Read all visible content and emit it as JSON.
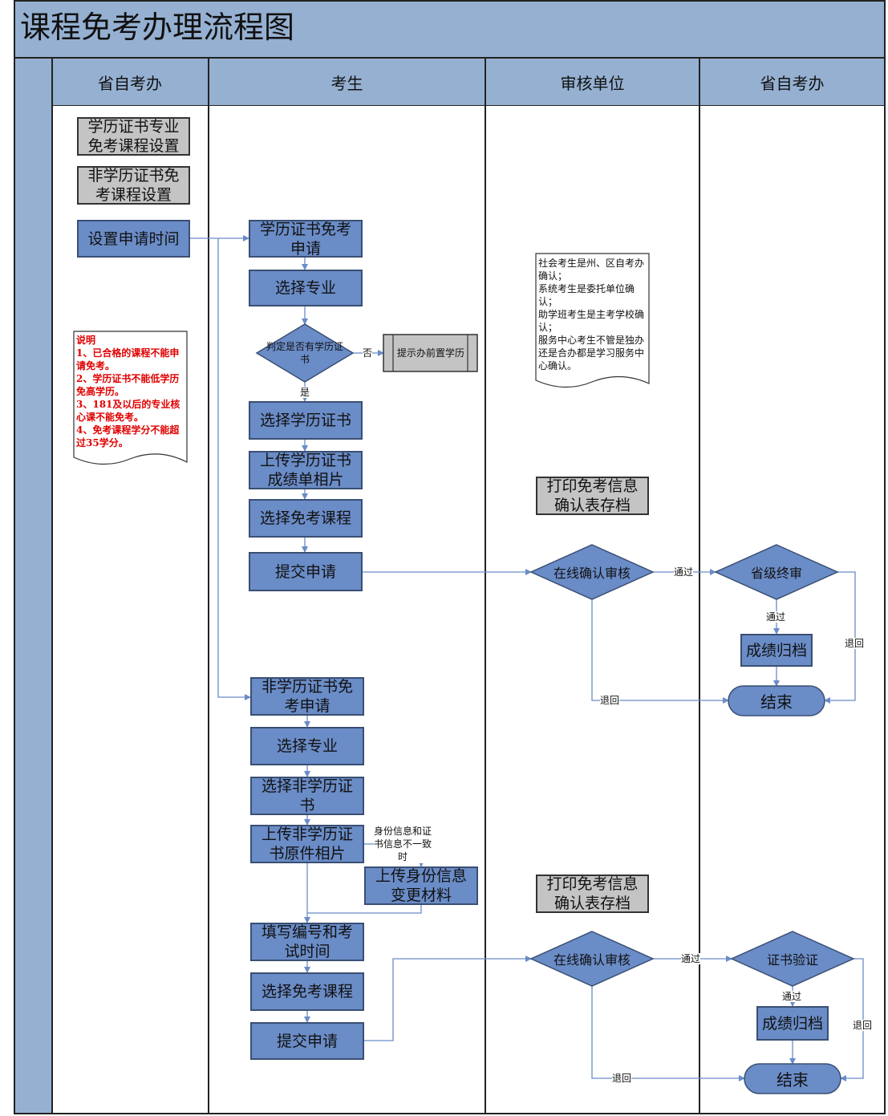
{
  "title": "课程免考办理流程图",
  "lanes": [
    "省自考办",
    "考生",
    "审核单位",
    "省自考办"
  ],
  "province_setup": {
    "degree_course_setting": "学历证书专业免考课程设置",
    "nondegree_course_setting": "非学历证书免考课程设置",
    "set_time": "设置申请时间"
  },
  "notes": {
    "heading": "说明",
    "items": [
      "1、已合格的课程不能申请免考。",
      "2、学历证书不能低学历免高学历。",
      "3、181及以后的专业核心课不能免考。",
      "4、免考课程学分不能超过35学分。"
    ]
  },
  "degree_flow": {
    "apply": "学历证书免考申请",
    "choose_major": "选择专业",
    "decision": "判定是否有学历证书",
    "prompt": "提示办前置学历",
    "no": "否",
    "yes": "是",
    "choose_cert": "选择学历证书",
    "upload": "上传学历证书成绩单相片",
    "choose_course": "选择免考课程",
    "submit": "提交申请"
  },
  "reviewer_note": [
    "社会考生是州、区自考办确认；",
    "系统考生是委托单位确认；",
    "助学班考生是主考学校确认；",
    "服务中心考生不管是独办还是合办都是学习服务中心确认。"
  ],
  "print_confirm_1": "打印免考信息确认表存档",
  "print_confirm_2": "打印免考信息确认表存档",
  "online_review_1": "在线确认审核",
  "online_review_2": "在线确认审核",
  "pass": "通过",
  "return": "退回",
  "final_review": "省级终审",
  "archive_1": "成绩归档",
  "archive_2": "成绩归档",
  "end_1": "结束",
  "end_2": "结束",
  "cert_verify": "证书验证",
  "nondegree_flow": {
    "apply": "非学历证书免考申请",
    "choose_major": "选择专业",
    "choose_cert": "选择非学历证书",
    "upload": "上传非学历证书原件相片",
    "mismatch": "身份信息和证书信息不一致时",
    "upload_id": "上传身份信息变更材料",
    "fill": "填写编号和考试时间",
    "choose_course": "选择免考课程",
    "submit": "提交申请"
  }
}
